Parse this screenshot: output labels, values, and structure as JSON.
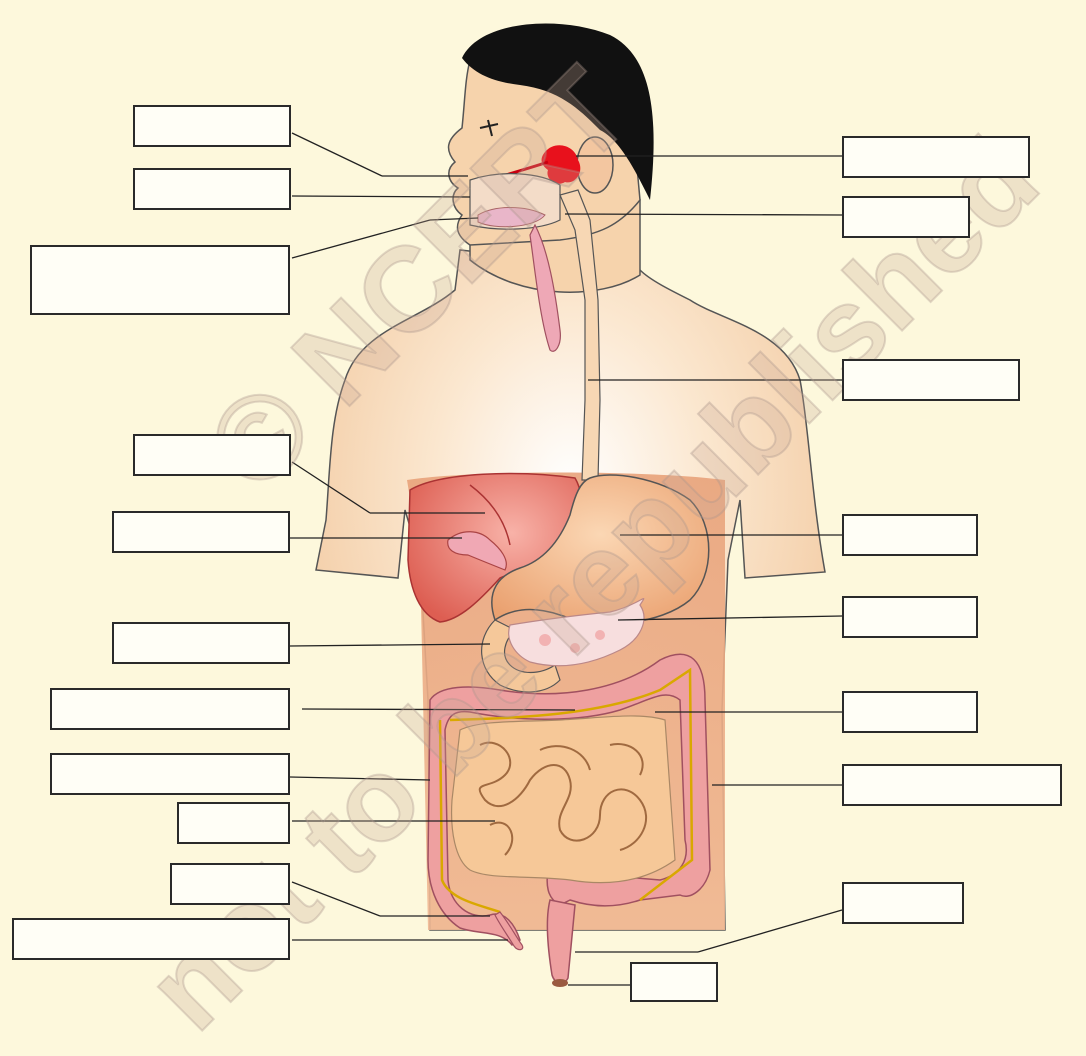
{
  "watermark": {
    "line1": "© NCERT",
    "line2": "not to be republished"
  },
  "label_boxes": [
    {
      "id": "label-box-1",
      "text": ""
    },
    {
      "id": "label-box-2",
      "text": ""
    },
    {
      "id": "label-box-3",
      "text": ""
    },
    {
      "id": "label-box-4",
      "text": ""
    },
    {
      "id": "label-box-5",
      "text": ""
    },
    {
      "id": "label-box-6",
      "text": ""
    },
    {
      "id": "label-box-7",
      "text": ""
    },
    {
      "id": "label-box-8",
      "text": ""
    },
    {
      "id": "label-box-9",
      "text": ""
    },
    {
      "id": "label-box-10",
      "text": ""
    },
    {
      "id": "label-box-11",
      "text": ""
    },
    {
      "id": "label-box-12",
      "text": ""
    },
    {
      "id": "label-box-13",
      "text": ""
    },
    {
      "id": "label-box-14",
      "text": ""
    },
    {
      "id": "label-box-15",
      "text": ""
    },
    {
      "id": "label-box-16",
      "text": ""
    },
    {
      "id": "label-box-17",
      "text": ""
    },
    {
      "id": "label-box-18",
      "text": ""
    },
    {
      "id": "label-box-19",
      "text": ""
    },
    {
      "id": "label-box-20",
      "text": ""
    }
  ],
  "colors": {
    "background": "#fdf8dc",
    "skin": "#f6d3ac",
    "hair": "#111111",
    "liver": "#e77a6c",
    "stomach": "#f2b884",
    "intestine": "#f6c898",
    "colon": "#eea0a0",
    "pancreas": "#f6dede",
    "salivary": "#e8111c"
  }
}
